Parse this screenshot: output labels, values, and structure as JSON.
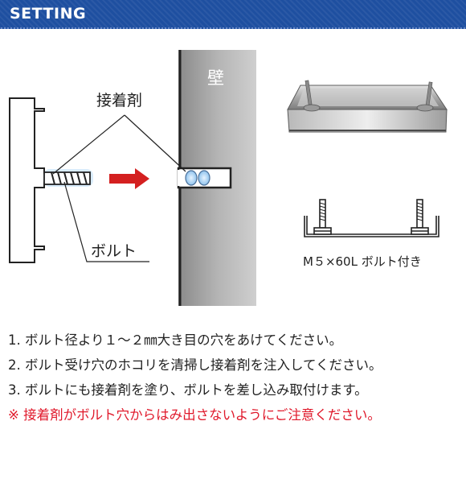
{
  "header": {
    "title": "SETTING",
    "color": "#1e4fa0"
  },
  "diagram": {
    "wall_label": "壁",
    "adhesive_label": "接着剤",
    "bolt_label": "ボルト",
    "arrow_color": "#d42020",
    "product_caption": "M５×60L ボルト付き"
  },
  "instructions": {
    "steps": [
      "1. ボルト径より１～２㎜大き目の穴をあけてください。",
      "2. ボルト受け穴のホコリを清掃し接着剤を注入してください。",
      "3. ボルトにも接着剤を塗り、ボルトを差し込み取付けます。"
    ],
    "note": "※ 接着剤がボルト穴からはみ出さないようにご注意ください。",
    "note_color": "#e0192b"
  }
}
